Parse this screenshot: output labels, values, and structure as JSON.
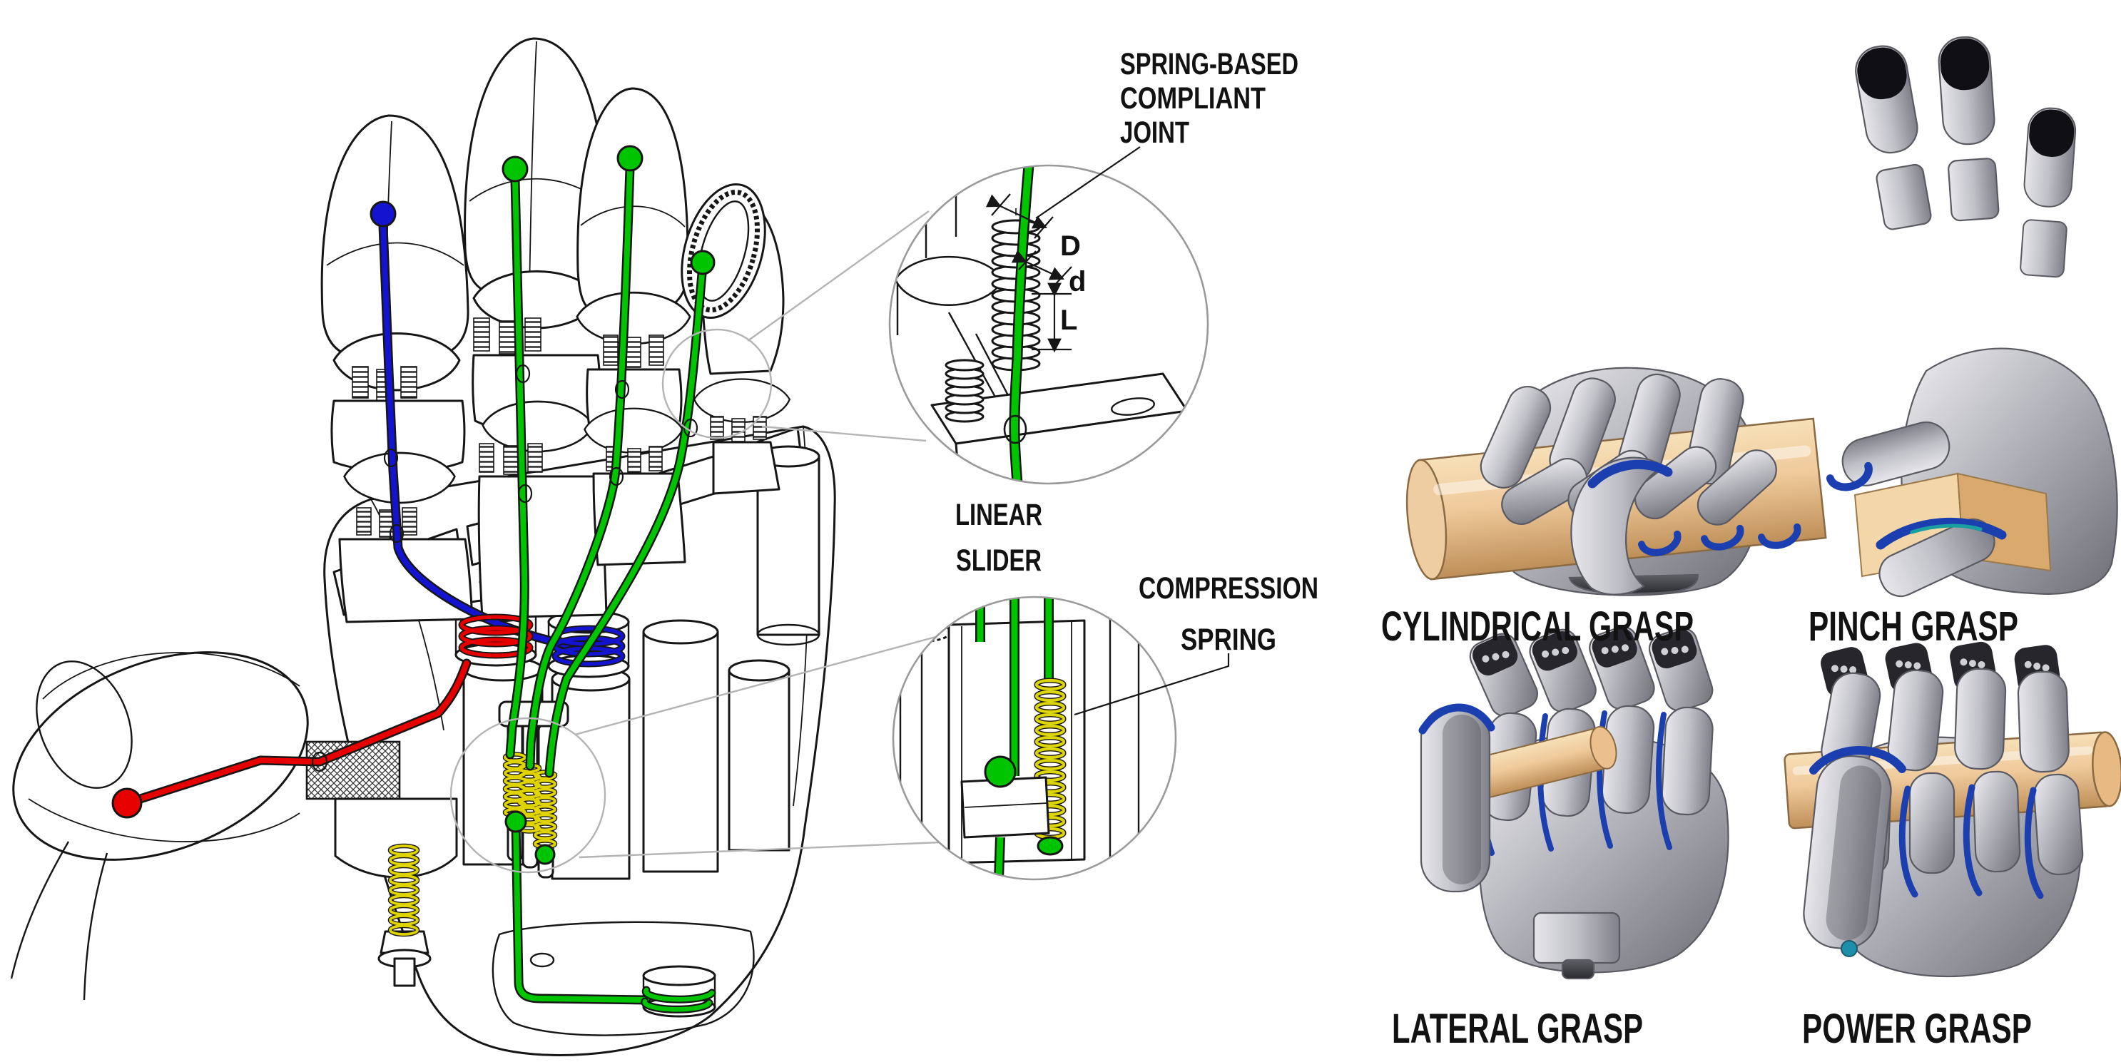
{
  "figure": {
    "callouts": {
      "spring_joint": {
        "line1": "SPRING-BASED",
        "line2": "COMPLIANT",
        "line3": "JOINT"
      },
      "linear_slider": {
        "line1": "LINEAR",
        "line2": "SLIDER"
      },
      "compression_spring": {
        "line1": "COMPRESSION",
        "line2": "SPRING"
      }
    },
    "dimensions": {
      "spring_outer": "D",
      "spring_wire": "d",
      "spring_length": "L"
    },
    "grasps": {
      "cylindrical": "CYLINDRICAL GRASP",
      "pinch": "PINCH GRASP",
      "lateral": "LATERAL GRASP",
      "power": "POWER GRASP"
    },
    "colors": {
      "tendon_green": "#00C400",
      "tendon_blue": "#1414D0",
      "tendon_red": "#E60000",
      "spring_yellow": "#E0D400",
      "object_tan": "#F0CD9C",
      "hand_gray": "#A2A2AA",
      "pad_blue": "#1C3FB0",
      "line_art": "#161616",
      "callout_gray": "#B4B4B4"
    }
  }
}
